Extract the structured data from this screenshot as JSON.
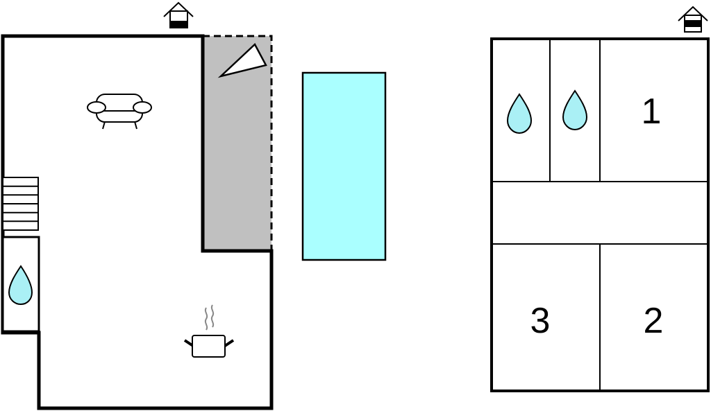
{
  "rooms": {
    "bedroom_1": "1",
    "bedroom_2": "2",
    "bedroom_3": "3"
  },
  "colors": {
    "wall": "#000000",
    "terrace": "#c0c0c0",
    "pool": "#aaffff",
    "water": "#aaf0f5"
  },
  "icons": [
    "entrance-icon",
    "sofa-icon",
    "stairs-icon",
    "bathroom-icon",
    "kitchen-icon",
    "terrace-icon"
  ]
}
